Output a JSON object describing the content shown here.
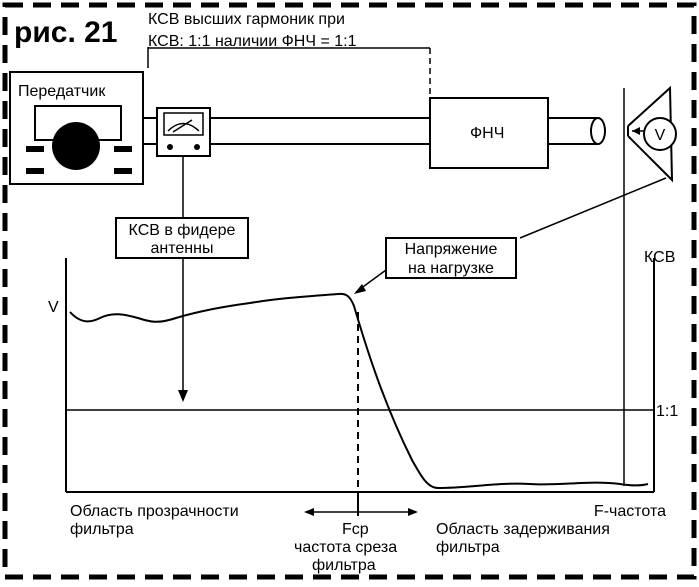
{
  "figure": {
    "label": "рис. 21",
    "header_line1": "КСВ высших гармоник при",
    "header_line2": "КСВ: 1:1 наличии ФНЧ = 1:1"
  },
  "blocks": {
    "transmitter": "Передатчик",
    "lpf": "ФНЧ",
    "voltmeter_symbol": "V"
  },
  "callouts": {
    "swr_feeder": [
      "КСВ в фидере",
      "антенны"
    ],
    "load_voltage": [
      "Напряжение",
      "на нагрузке"
    ]
  },
  "axes": {
    "left_label": "V",
    "right_label": "КСВ",
    "ratio_label": "1:1",
    "freq_label": "F-частота",
    "cutoff_symbol": "Fср",
    "cutoff_text": [
      "частота среза",
      "фильтра"
    ]
  },
  "regions": {
    "passband": [
      "Область прозрачности",
      "фильтра"
    ],
    "stopband": [
      "Область задерживания",
      "фильтра"
    ]
  }
}
